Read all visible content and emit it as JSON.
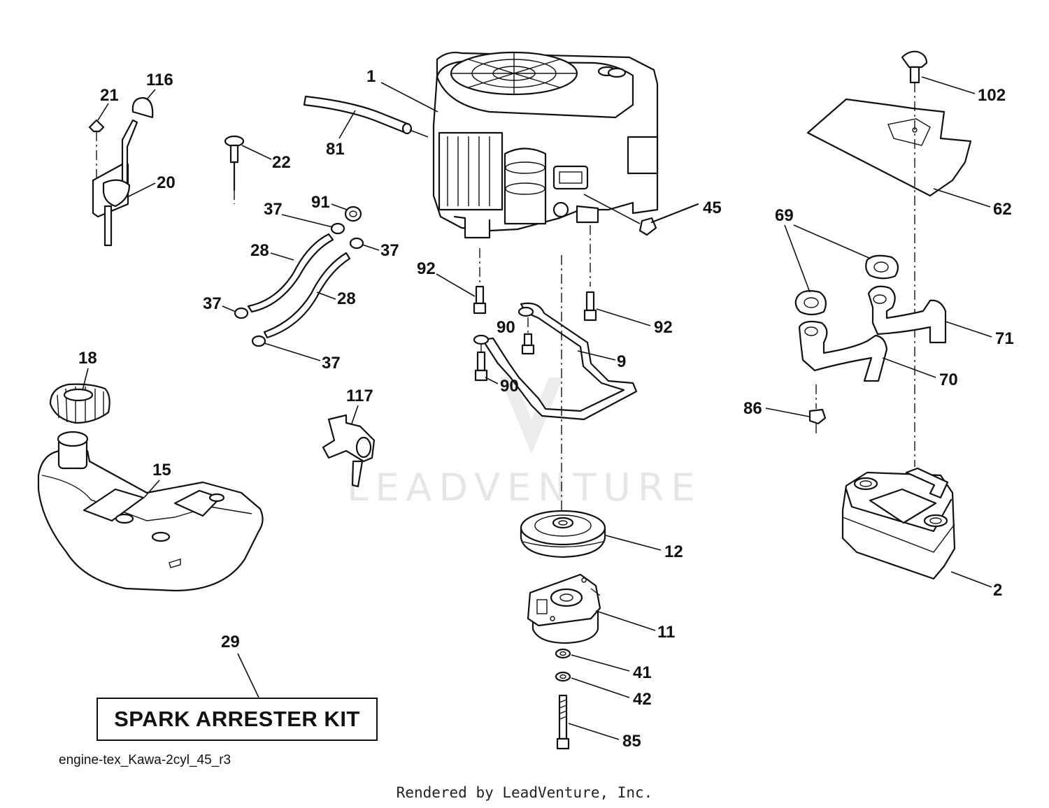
{
  "watermark": "LEADVENTURE",
  "drawing_id": "engine-tex_Kawa-2cyl_45_r3",
  "footer_credit": "Rendered by LeadVenture, Inc.",
  "kit_label": "SPARK ARRESTER KIT",
  "callouts": {
    "c1": "1",
    "c2": "2",
    "c9": "9",
    "c11": "11",
    "c12": "12",
    "c15": "15",
    "c18": "18",
    "c20": "20",
    "c21": "21",
    "c22": "22",
    "c28a": "28",
    "c28b": "28",
    "c29": "29",
    "c37a": "37",
    "c37b": "37",
    "c37c": "37",
    "c37d": "37",
    "c41": "41",
    "c42": "42",
    "c45": "45",
    "c62": "62",
    "c69": "69",
    "c70": "70",
    "c71": "71",
    "c81": "81",
    "c85": "85",
    "c86": "86",
    "c90a": "90",
    "c90b": "90",
    "c91": "91",
    "c92a": "92",
    "c92b": "92",
    "c102": "102",
    "c116": "116",
    "c117": "117"
  },
  "colors": {
    "line": "#111111",
    "watermark": "#e6e6e6",
    "background": "#ffffff"
  }
}
